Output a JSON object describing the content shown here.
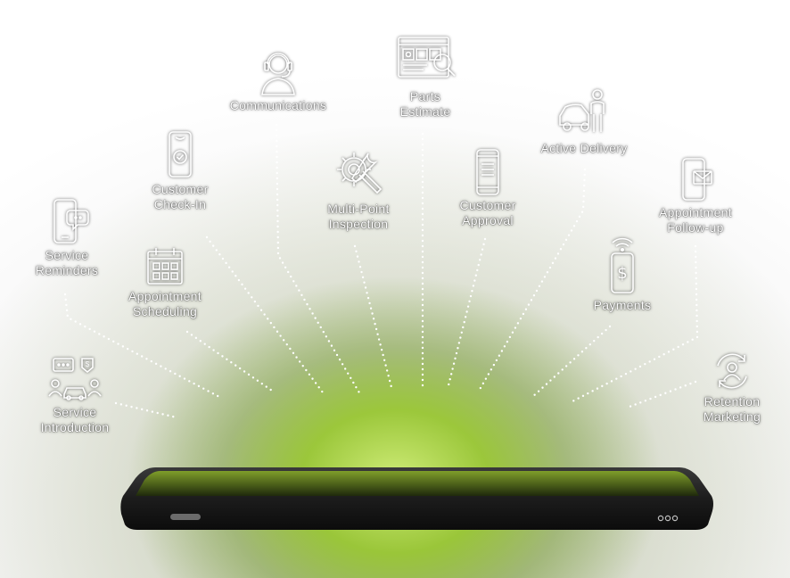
{
  "features": [
    {
      "id": "service-introduction",
      "label": "Service\nIntroduction",
      "icon": "people-car-chat-icon"
    },
    {
      "id": "service-reminders",
      "label": "Service\nReminders",
      "icon": "phone-chat-icon"
    },
    {
      "id": "appointment-scheduling",
      "label": "Appointment\nScheduling",
      "icon": "calendar-icon"
    },
    {
      "id": "customer-check-in",
      "label": "Customer\nCheck-In",
      "icon": "phone-check-icon"
    },
    {
      "id": "communications",
      "label": "Communications",
      "icon": "headset-agent-icon"
    },
    {
      "id": "multi-point-inspection",
      "label": "Multi-Point\nInspection",
      "icon": "gear-wrench-icon"
    },
    {
      "id": "parts-estimate",
      "label": "Parts\nEstimate",
      "icon": "browser-search-icon"
    },
    {
      "id": "customer-approval",
      "label": "Customer\nApproval",
      "icon": "phone-list-icon"
    },
    {
      "id": "active-delivery",
      "label": "Active Delivery",
      "icon": "car-person-icon"
    },
    {
      "id": "payments",
      "label": "Payments",
      "icon": "phone-dollar-icon"
    },
    {
      "id": "appointment-follow-up",
      "label": "Appointment\nFollow-up",
      "icon": "phone-mail-icon"
    },
    {
      "id": "retention-marketing",
      "label": "Retention\nMarketing",
      "icon": "user-cycle-icon"
    }
  ],
  "colors": {
    "glow": "#a8d23a",
    "phone_body": "#1d1d1d",
    "text": "#ffffff",
    "dots": "#ffffff"
  }
}
